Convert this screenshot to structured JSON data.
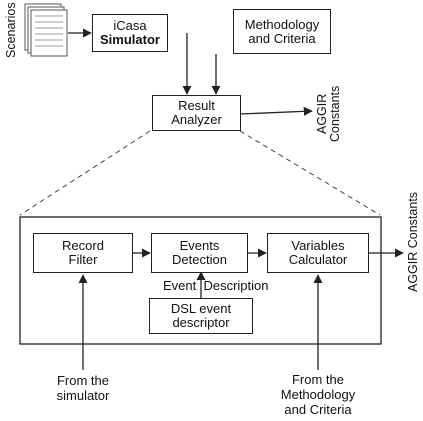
{
  "top": {
    "scenarios": "Scenarios",
    "simulator": {
      "line1": "iCasa",
      "line2": "Simulator"
    },
    "methodology": {
      "line1": "Methodology",
      "line2": "and Criteria"
    },
    "result_analyzer": {
      "line1": "Result",
      "line2": "Analyzer"
    },
    "aggir_constants": {
      "line1": "AGGIR",
      "line2": "Constants"
    }
  },
  "detail": {
    "record_filter": {
      "line1": "Record",
      "line2": "Filter"
    },
    "events_detection": {
      "line1": "Events",
      "line2": "Detection"
    },
    "variables_calculator": {
      "line1": "Variables",
      "line2": "Calculator"
    },
    "event_description": "Event  Description",
    "dsl": {
      "line1": "DSL event",
      "line2": "descriptor"
    },
    "aggir_constants": "AGGIR Constants",
    "from_simulator": {
      "line1": "From the",
      "line2": "simulator"
    },
    "from_methodology": {
      "line1": "From the",
      "line2": "Methodology",
      "line3": "and Criteria"
    }
  }
}
